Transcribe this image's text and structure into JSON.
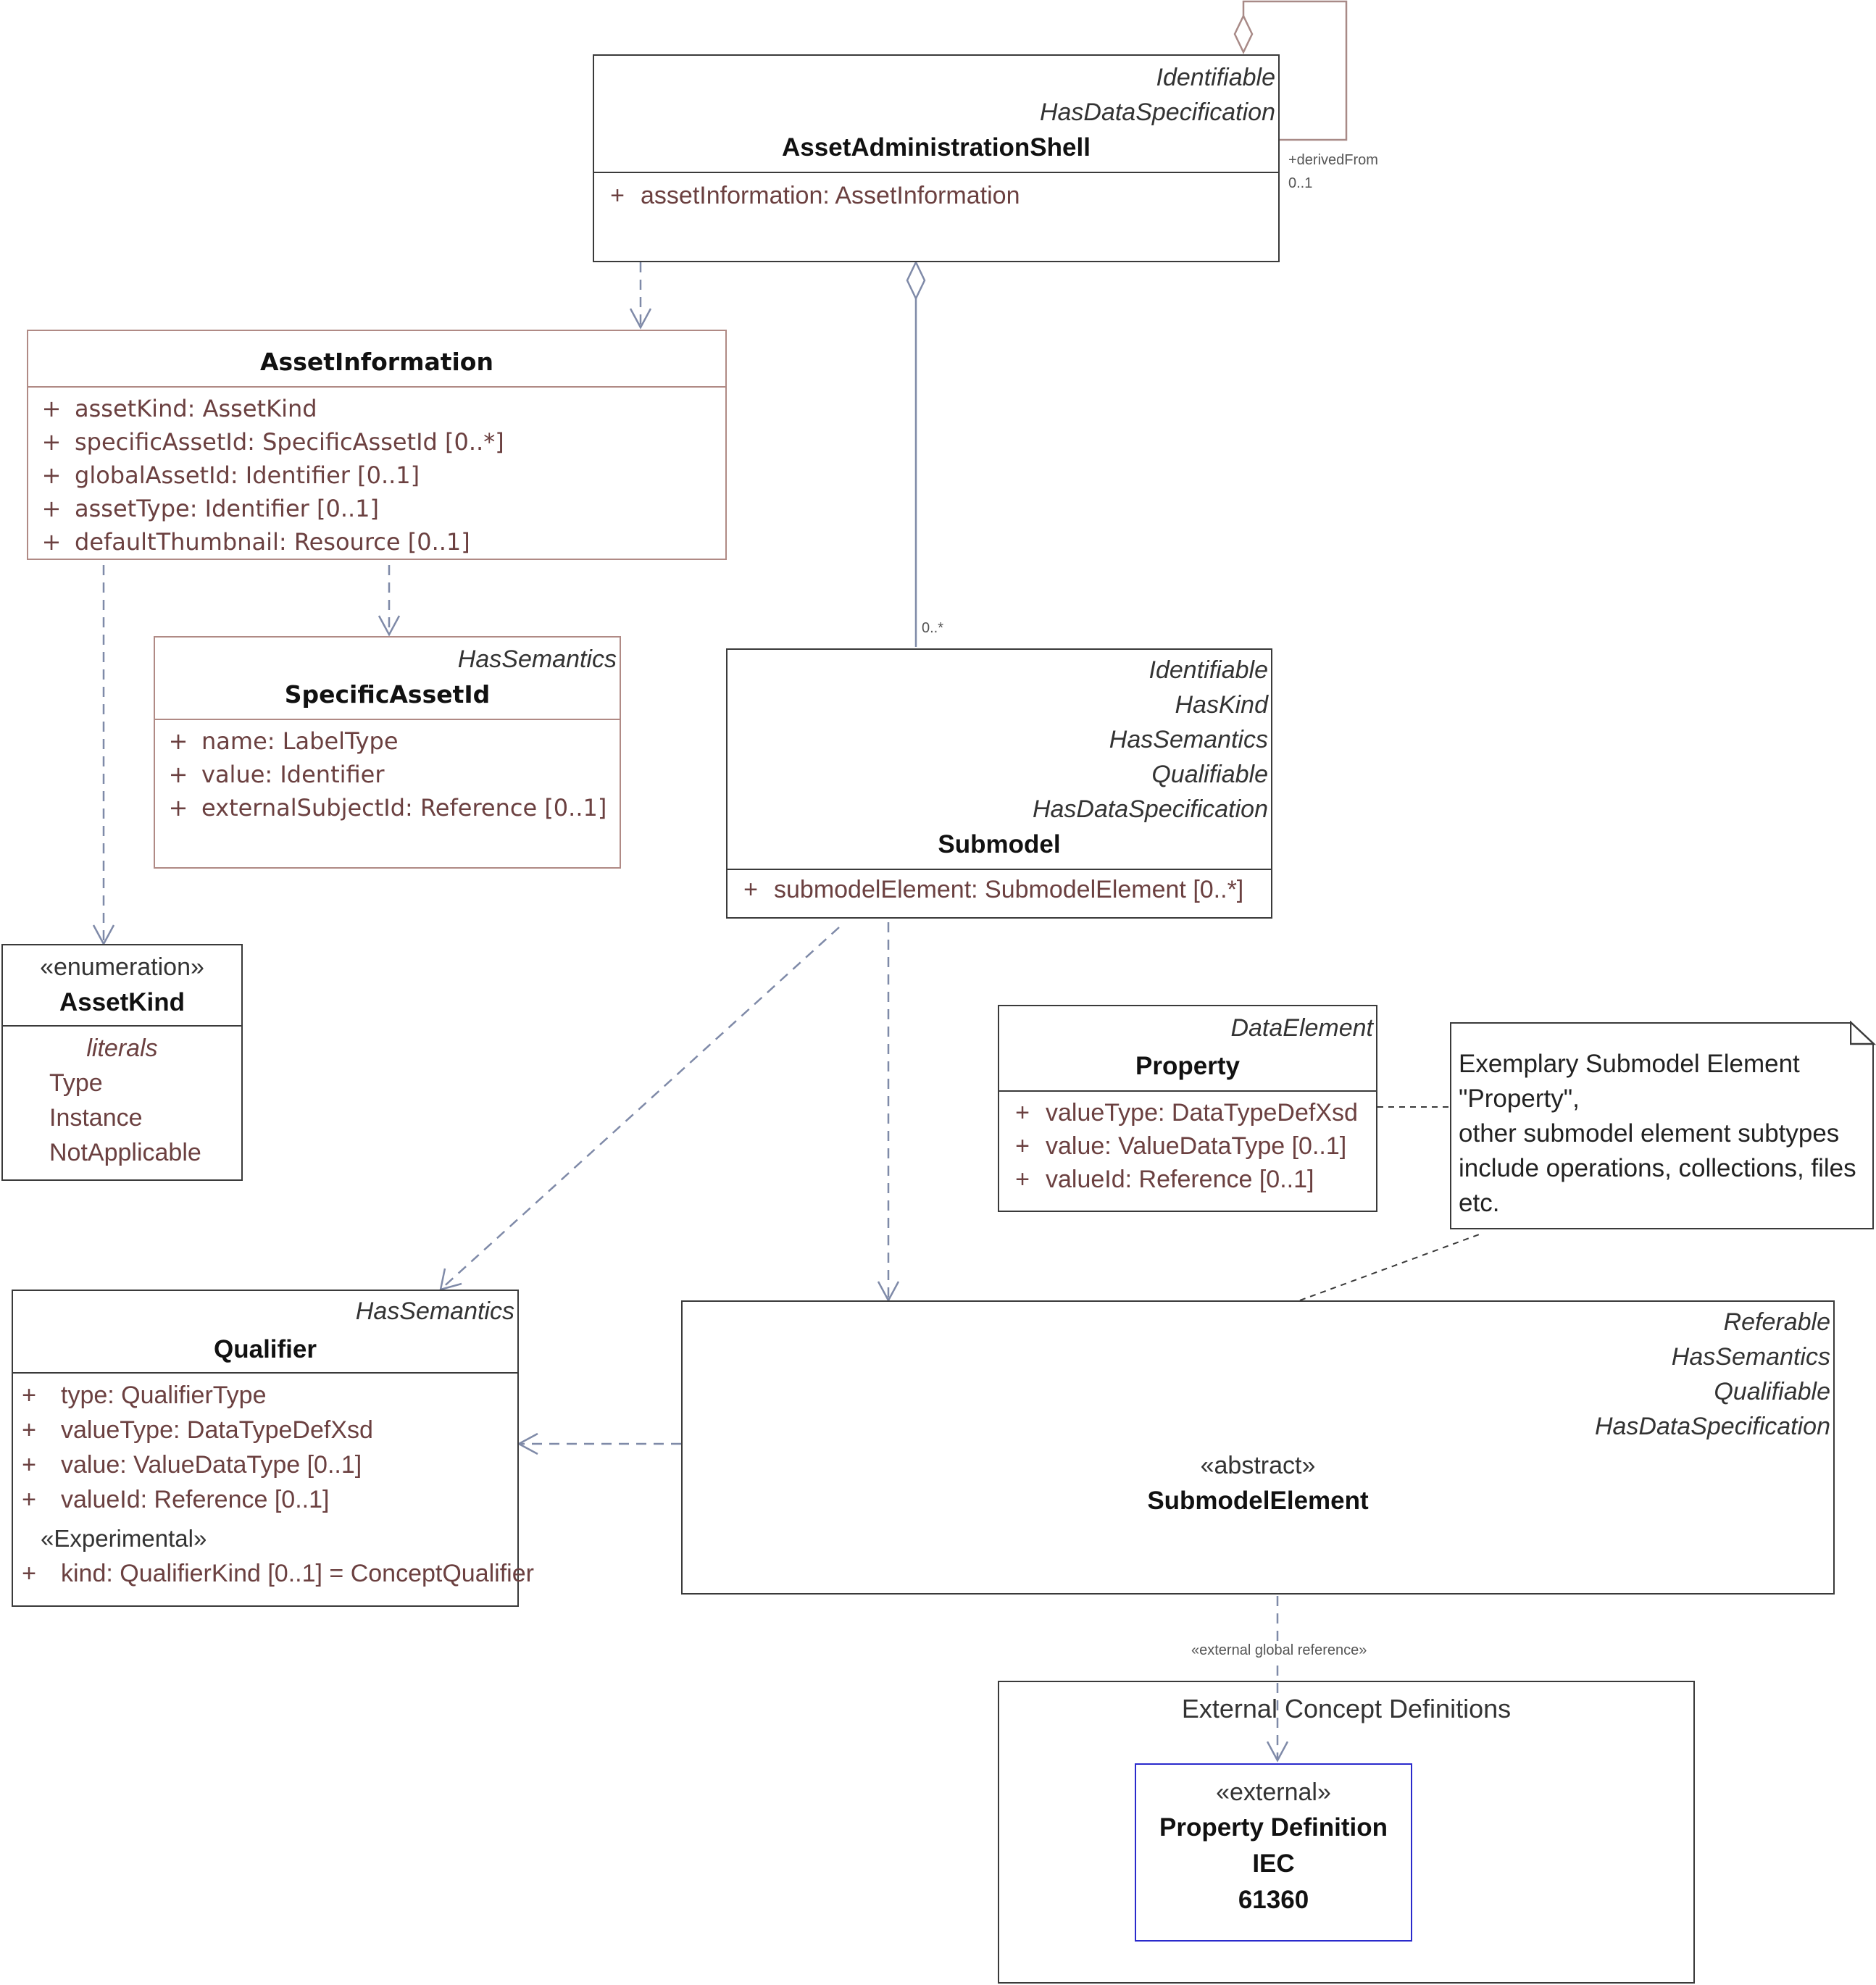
{
  "aas": {
    "stereotypes": [
      "Identifiable",
      "HasDataSpecification"
    ],
    "name": "AssetAdministrationShell",
    "attributes": [
      {
        "vis": "+",
        "text": "assetInformation: AssetInformation"
      }
    ],
    "derived_role": "+derivedFrom",
    "derived_mult": "0..1"
  },
  "asset_information": {
    "name": "AssetInformation",
    "attributes": [
      {
        "vis": "+",
        "text": "assetKind: AssetKind"
      },
      {
        "vis": "+",
        "text": "specificAssetId: SpecificAssetId [0..*]"
      },
      {
        "vis": "+",
        "text": "globalAssetId: Identifier [0..1]"
      },
      {
        "vis": "+",
        "text": "assetType: Identifier [0..1]"
      },
      {
        "vis": "+",
        "text": "defaultThumbnail: Resource [0..1]"
      }
    ]
  },
  "specific_asset_id": {
    "stereotype": "HasSemantics",
    "name": "SpecificAssetId",
    "attributes": [
      {
        "vis": "+",
        "text": "name: LabelType"
      },
      {
        "vis": "+",
        "text": "value: Identifier"
      },
      {
        "vis": "+",
        "text": "externalSubjectId: Reference [0..1]"
      }
    ]
  },
  "asset_kind": {
    "stereotype": "«enumeration»",
    "name": "AssetKind",
    "literals_header": "literals",
    "literals": [
      "Type",
      "Instance",
      "NotApplicable"
    ]
  },
  "submodel": {
    "stereotypes": [
      "Identifiable",
      "HasKind",
      "HasSemantics",
      "Qualifiable",
      "HasDataSpecification"
    ],
    "name": "Submodel",
    "attributes": [
      {
        "vis": "+",
        "text": "submodelElement: SubmodelElement [0..*]"
      }
    ],
    "multiplicity": "0..*"
  },
  "property": {
    "stereotype": "DataElement",
    "name": "Property",
    "attributes": [
      {
        "vis": "+",
        "text": "valueType: DataTypeDefXsd"
      },
      {
        "vis": "+",
        "text": "value: ValueDataType [0..1]"
      },
      {
        "vis": "+",
        "text": "valueId: Reference [0..1]"
      }
    ]
  },
  "note": {
    "lines": [
      "Exemplary Submodel Element",
      "\"Property\",",
      "other submodel element subtypes",
      "include operations, collections, files",
      "etc."
    ]
  },
  "qualifier": {
    "stereotype": "HasSemantics",
    "name": "Qualifier",
    "attributes": [
      {
        "vis": "+",
        "text": "type: QualifierType"
      },
      {
        "vis": "+",
        "text": "valueType: DataTypeDefXsd"
      },
      {
        "vis": "+",
        "text": "value: ValueDataType [0..1]"
      },
      {
        "vis": "+",
        "text": "valueId: Reference [0..1]"
      }
    ],
    "experimental_label": "«Experimental»",
    "experimental_attributes": [
      {
        "vis": "+",
        "text": "kind: QualifierKind [0..1] = ConceptQualifier"
      }
    ]
  },
  "submodel_element": {
    "stereotypes": [
      "Referable",
      "HasSemantics",
      "Qualifiable",
      "HasDataSpecification"
    ],
    "abstract_label": "«abstract»",
    "name": "SubmodelElement",
    "reference_label": "«external global reference»"
  },
  "external_frame": {
    "title": "External Concept Definitions",
    "stereotype": "«external»",
    "name_lines": [
      "Property Definition IEC",
      "61360"
    ]
  },
  "colors": {
    "line": "#7f8aa8",
    "border_dark": "#3a3a3a",
    "border_light": "#b08a85",
    "attribute_text": "#6b4040",
    "external_box_border": "#2a2acc"
  }
}
